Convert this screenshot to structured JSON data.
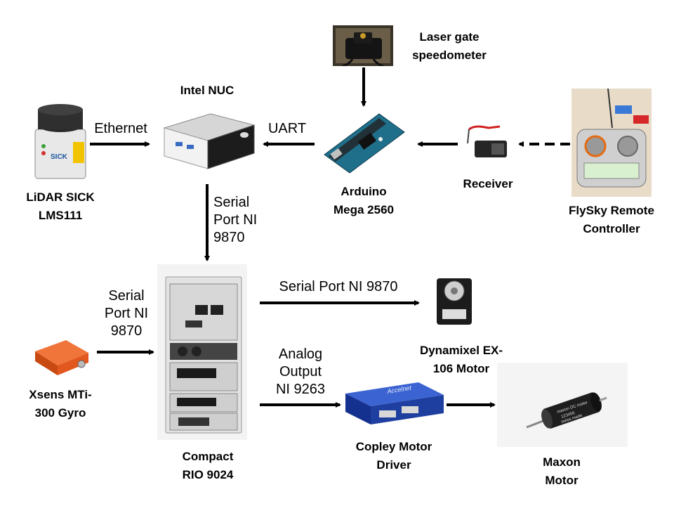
{
  "nodes": {
    "laser": [
      "Laser gate",
      "speedometer"
    ],
    "nuc": [
      "Intel NUC"
    ],
    "lidar": [
      "LiDAR SICK",
      "LMS111"
    ],
    "arduino": [
      "Arduino",
      "Mega 2560"
    ],
    "receiver": [
      "Receiver"
    ],
    "flysky": [
      "FlySky Remote",
      "Controller"
    ],
    "crio": [
      "Compact",
      "RIO 9024"
    ],
    "dynamixel": [
      "Dynamixel EX-",
      "106 Motor"
    ],
    "xsens": [
      "Xsens MTi-",
      "300 Gyro"
    ],
    "copley": [
      "Copley Motor",
      "Driver"
    ],
    "maxon": [
      "Maxon",
      "Motor"
    ]
  },
  "edges": {
    "ethernet": [
      "Ethernet"
    ],
    "uart": [
      "UART"
    ],
    "nuc_crio": [
      "Serial",
      "Port NI",
      "9870"
    ],
    "crio_dynamixel": [
      "Serial Port NI 9870"
    ],
    "xsens_crio": [
      "Serial",
      "Port NI",
      "9870"
    ],
    "crio_copley": [
      "Analog",
      "Output",
      "NI 9263"
    ]
  },
  "device_text": {
    "lidar_brand": "SICK",
    "copley_brand": "Accelnet",
    "maxon_print": [
      "maxon DC motor",
      "123456",
      "swiss made"
    ]
  },
  "colors": {
    "arduino_board": "#1f6f8b",
    "xsens_body": "#e2571e",
    "copley_body": "#1f3fa0"
  }
}
